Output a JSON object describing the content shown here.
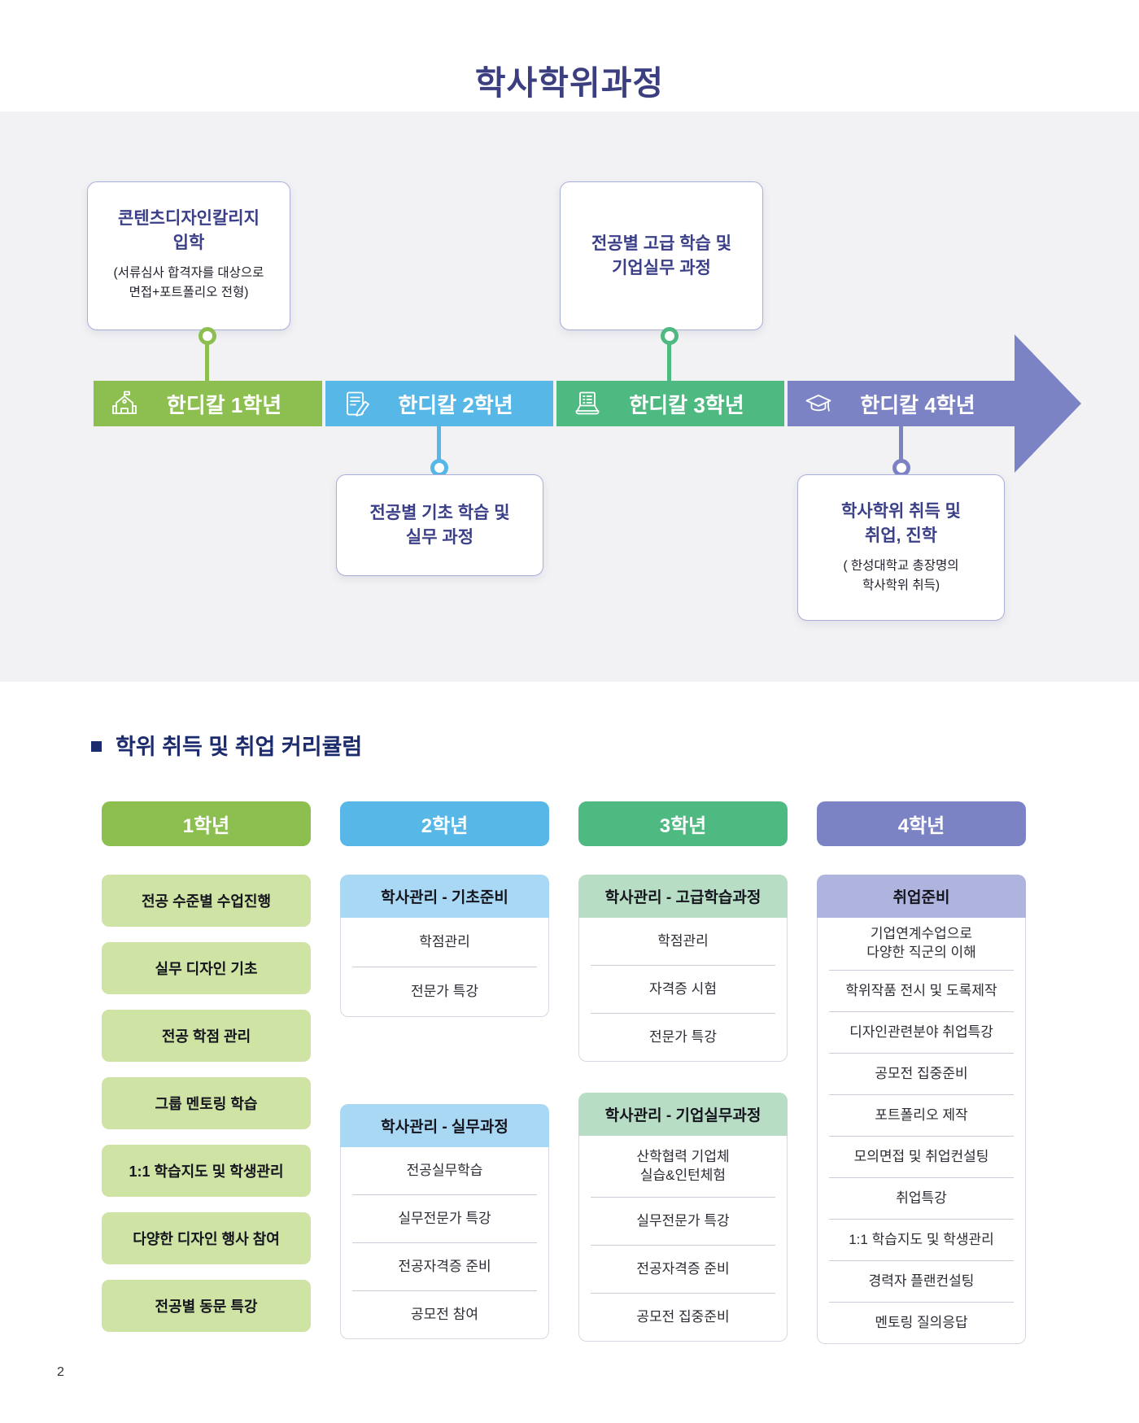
{
  "page": {
    "title": "학사학위과정",
    "page_number": "2"
  },
  "colors": {
    "title_navy": "#3b3e7f",
    "card_title_navy": "#3a3f87",
    "band_gray": "#f2f2f4",
    "year1_green": "#8cbf4f",
    "year2_blue": "#57b7e7",
    "year3_teal": "#4eb980",
    "year4_purple": "#7b83c5",
    "item_light_green": "#cfe3a4",
    "header_light_blue": "#a9d8f4",
    "header_light_green": "#b7ddc5",
    "header_light_purple": "#afb4df"
  },
  "timeline": {
    "top_cards": [
      {
        "title": "콘텐츠디자인칼리지\n입학",
        "subtitle": "(서류심사 합격자를 대상으로\n면접+포트폴리오 전형)"
      },
      {
        "title": "전공별 고급 학습 및\n기업실무 과정"
      }
    ],
    "bottom_cards": [
      {
        "title": "전공별 기초 학습 및\n실무 과정"
      },
      {
        "title": "학사학위 취득 및\n취업, 진학",
        "subtitle": "( 한성대학교 총장명의\n학사학위 취득)"
      }
    ],
    "segments": [
      {
        "label": "한디칼 1학년",
        "icon": "school-icon",
        "color": "#8cbf4f"
      },
      {
        "label": "한디칼 2학년",
        "icon": "document-pencil-icon",
        "color": "#57b7e7"
      },
      {
        "label": "한디칼 3학년",
        "icon": "laptop-checklist-icon",
        "color": "#4eb980"
      },
      {
        "label": "한디칼 4학년",
        "icon": "graduation-cap-icon",
        "color": "#7b83c5"
      }
    ]
  },
  "curriculum": {
    "section_title": "학위 취득 및 취업 커리큘럼",
    "columns": [
      {
        "header": "1학년",
        "items": [
          "전공 수준별 수업진행",
          "실무 디자인 기초",
          "전공 학점 관리",
          "그룹 멘토링 학습",
          "1:1 학습지도 및 학생관리",
          "다양한 디자인 행사 참여",
          "전공별 동문 특강"
        ]
      },
      {
        "header": "2학년",
        "cards": [
          {
            "title": "학사관리 - 기초준비",
            "items": [
              "학점관리",
              "전문가 특강"
            ]
          },
          {
            "title": "학사관리 - 실무과정",
            "items": [
              "전공실무학습",
              "실무전문가 특강",
              "전공자격증 준비",
              "공모전 참여"
            ]
          }
        ]
      },
      {
        "header": "3학년",
        "cards": [
          {
            "title": "학사관리 - 고급학습과정",
            "items": [
              "학점관리",
              "자격증 시험",
              "전문가 특강"
            ]
          },
          {
            "title": "학사관리 - 기업실무과정",
            "items": [
              "산학협력 기업체\n실습&인턴체험",
              "실무전문가 특강",
              "전공자격증 준비",
              "공모전 집중준비"
            ]
          }
        ]
      },
      {
        "header": "4학년",
        "cards": [
          {
            "title": "취업준비",
            "items": [
              "기업연계수업으로\n다양한 직군의 이해",
              "학위작품 전시 및 도록제작",
              "디자인관련분야 취업특강",
              "공모전 집중준비",
              "포트폴리오 제작",
              "모의면접 및 취업컨설팅",
              "취업특강",
              "1:1 학습지도 및 학생관리",
              "경력자 플랜컨설팅",
              "멘토링 질의응답"
            ]
          }
        ]
      }
    ]
  }
}
